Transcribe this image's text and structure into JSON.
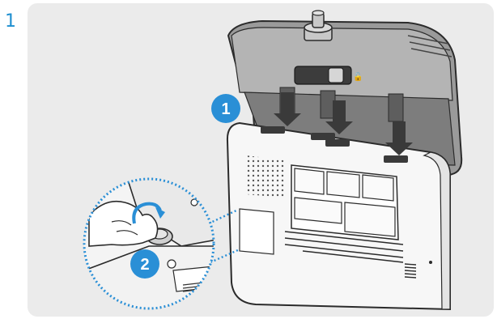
{
  "step": {
    "number": "1"
  },
  "callouts": [
    {
      "label": "1"
    },
    {
      "label": "2"
    }
  ],
  "colors": {
    "accent": "#2a8fd6",
    "panel_bg": "#ebebeb",
    "device_body": "#f7f7f7",
    "mount": "#8e8e8e",
    "outline": "#2b2b2b"
  }
}
